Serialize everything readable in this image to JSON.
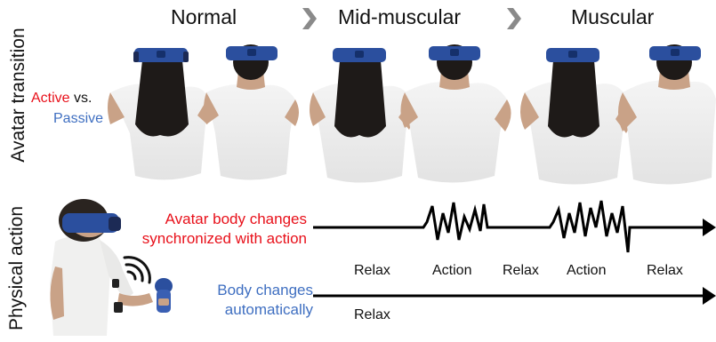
{
  "side_labels": {
    "top": "Avatar transition",
    "bottom": "Physical action"
  },
  "stages": [
    "Normal",
    "Mid-muscular",
    "Muscular"
  ],
  "legend": {
    "active": "Active",
    "vs": "vs.",
    "passive": "Passive"
  },
  "conditions": {
    "active_line1": "Avatar body changes",
    "active_line2": "synchronized with action",
    "passive_line1": "Body changes",
    "passive_line2": "automatically"
  },
  "active_phases": [
    "Relax",
    "Action",
    "Relax",
    "Action",
    "Relax"
  ],
  "passive_phase": "Relax",
  "colors": {
    "active": "#e8101a",
    "passive": "#3f6fc1",
    "headset": "#2b4f9e",
    "hair": "#1e1a18",
    "skin": "#c9a287",
    "shirt": "#eeeeee"
  },
  "icons": [
    "chevron-right-icon",
    "wireless-signal-icon",
    "vr-headset-icon",
    "vr-controller-icon"
  ]
}
